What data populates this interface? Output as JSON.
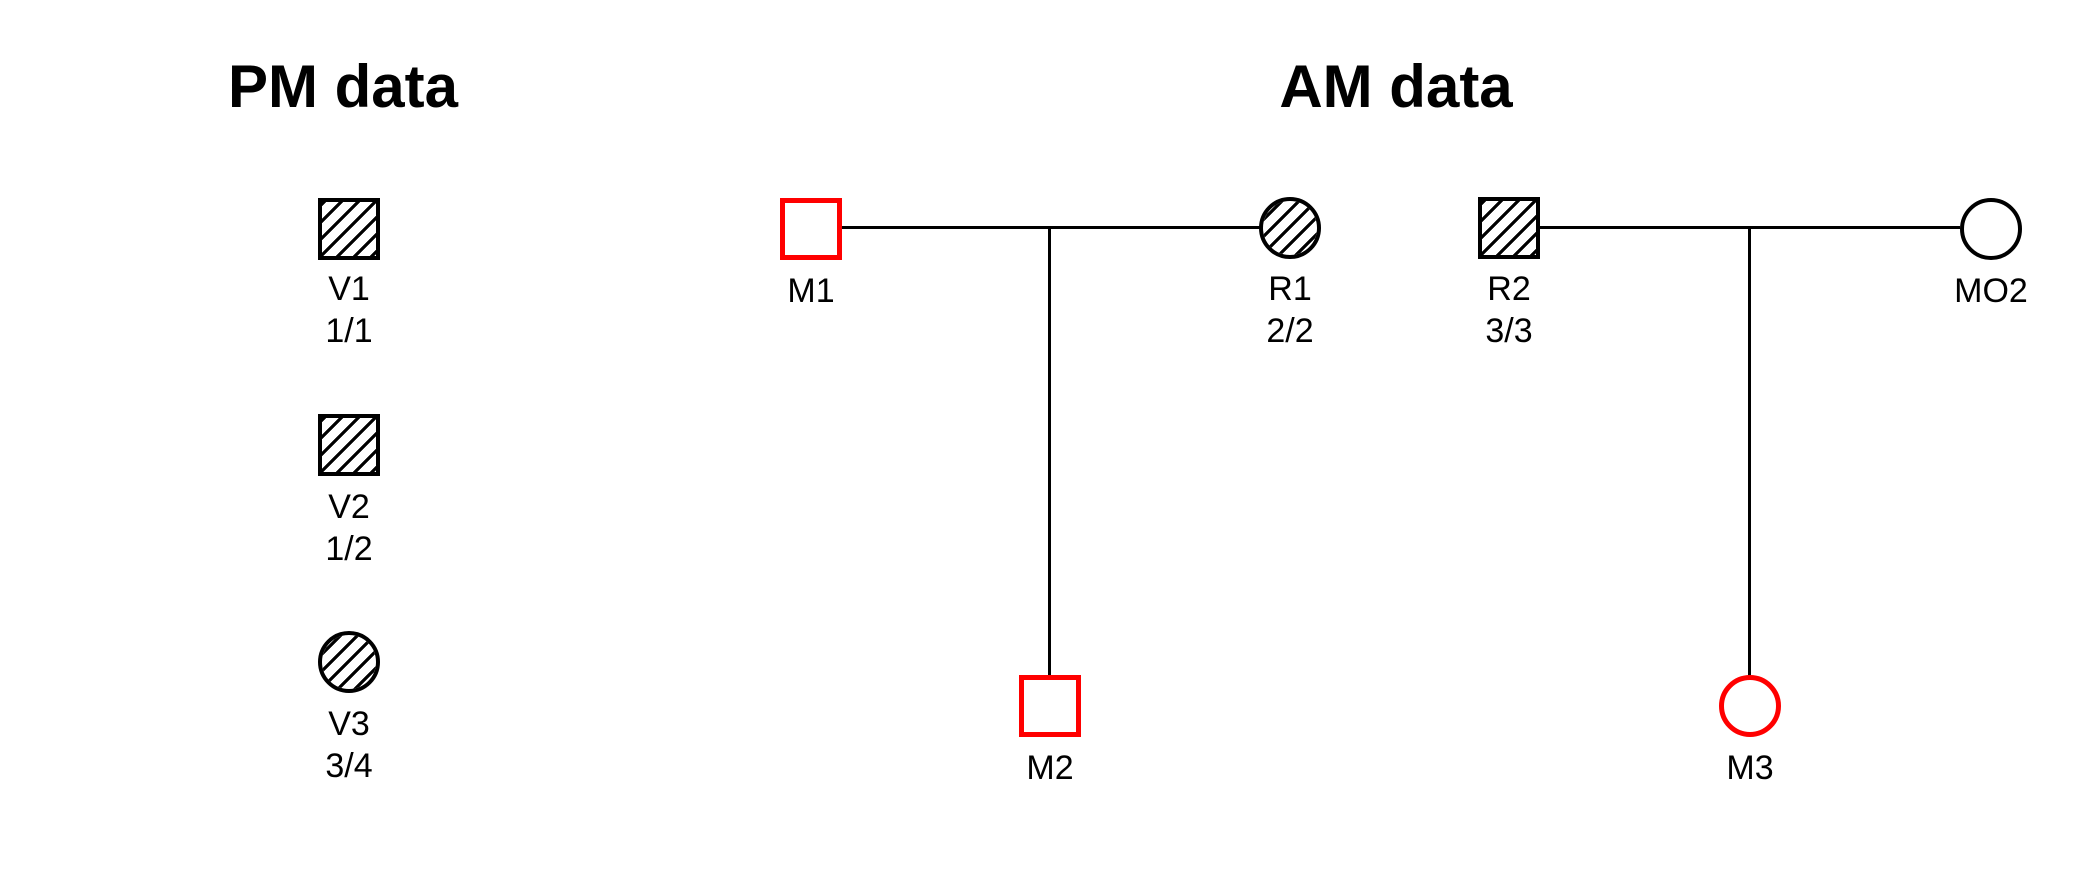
{
  "figure": {
    "type": "pedigree-comparison-plot",
    "colors": {
      "background": "#ffffff",
      "outline_black": "#000000",
      "outline_red": "#ff0000"
    },
    "pm": {
      "title": "PM data",
      "victims": [
        {
          "id": "V1",
          "genotype": "1/1",
          "shape": "square-male",
          "fill": "hatched"
        },
        {
          "id": "V2",
          "genotype": "1/2",
          "shape": "square-male",
          "fill": "hatched"
        },
        {
          "id": "V3",
          "genotype": "3/4",
          "shape": "circle-female",
          "fill": "hatched"
        }
      ]
    },
    "am": {
      "title": "AM data",
      "families": [
        {
          "father": {
            "id": "M1",
            "shape": "square-male",
            "fill": "empty",
            "outline": "red"
          },
          "mother": {
            "id": "R1",
            "genotype": "2/2",
            "shape": "circle-female",
            "fill": "hatched",
            "outline": "black"
          },
          "child": {
            "id": "M2",
            "shape": "square-male",
            "fill": "empty",
            "outline": "red"
          }
        },
        {
          "father": {
            "id": "R2",
            "genotype": "3/3",
            "shape": "square-male",
            "fill": "hatched",
            "outline": "black"
          },
          "mother": {
            "id": "MO2",
            "shape": "circle-female",
            "fill": "empty",
            "outline": "black"
          },
          "child": {
            "id": "M3",
            "shape": "circle-female",
            "fill": "empty",
            "outline": "red"
          }
        }
      ]
    }
  }
}
